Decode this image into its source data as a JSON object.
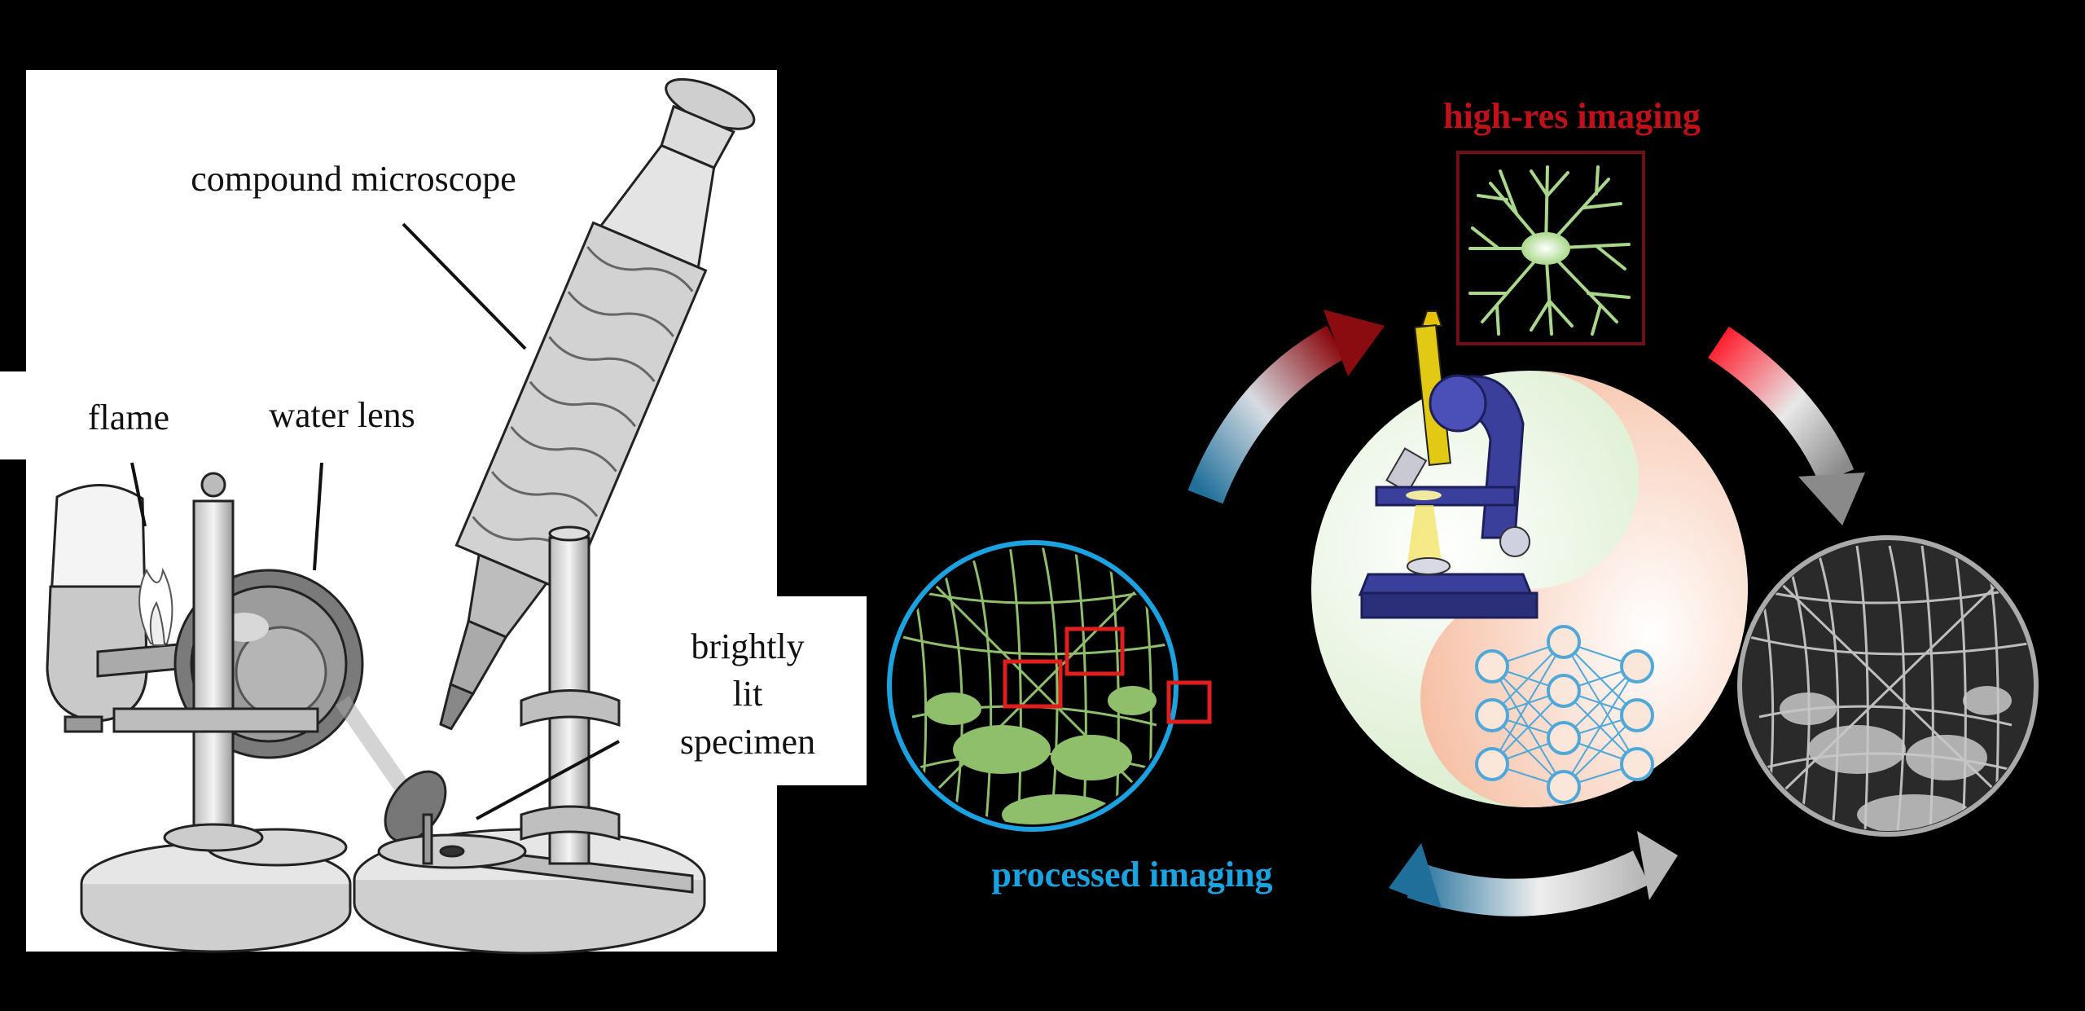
{
  "left_panel": {
    "labels": {
      "compound": "compound microscope",
      "flame": "flame",
      "water_lens": "water lens",
      "specimen_1": "brightly",
      "specimen_2": "lit",
      "specimen_3": "specimen"
    }
  },
  "right_panel": {
    "top_label": "high-res imaging",
    "bottom_label": "processed imaging",
    "colors": {
      "red_label": "#c0111a",
      "blue_label": "#1aa3e0",
      "neuron_green": "#8fbf6a",
      "network_blue": "#4fa8d8",
      "microscope_blue": "#3a3f9c"
    }
  }
}
